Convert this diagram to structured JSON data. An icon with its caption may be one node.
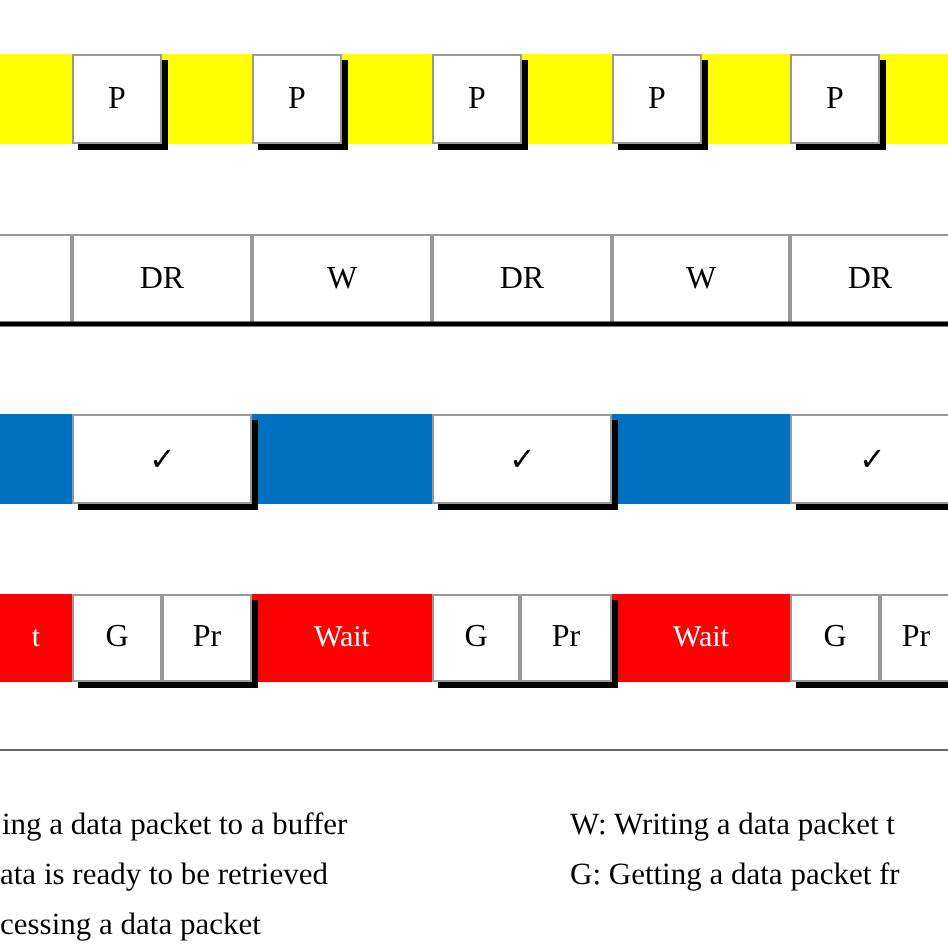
{
  "diagram": {
    "nodes": [
      {
        "text": [
          "P"
        ]
      },
      {
        "text": [
          "P"
        ]
      },
      {
        "text": [
          "P"
        ]
      },
      {
        "text": [
          "P"
        ]
      },
      {
        "text": [
          "P"
        ]
      },
      {
        "text": [],
        "shape": "box"
      },
      {
        "text": [
          "DR"
        ]
      },
      {
        "text": [
          "W"
        ]
      },
      {
        "text": [
          "DR"
        ]
      },
      {
        "text": [
          "W"
        ]
      },
      {
        "text": [
          "DR"
        ]
      },
      {
        "text": [
          "✓"
        ]
      },
      {
        "text": [
          "✓"
        ]
      },
      {
        "text": [
          "✓"
        ]
      },
      {
        "text": [
          "t"
        ]
      },
      {
        "text": [
          "G"
        ]
      },
      {
        "text": [
          "Pr"
        ]
      },
      {
        "text": [
          "Wait"
        ]
      },
      {
        "text": [
          "G"
        ]
      },
      {
        "text": [
          "Pr"
        ]
      },
      {
        "text": [
          "Wait"
        ]
      },
      {
        "text": [
          "G"
        ]
      },
      {
        "text": [
          "Pr"
        ]
      }
    ],
    "labels": [
      "ing a data packet to a buffer",
      "W: Writing a data packet t",
      "ata is ready to be retrieved",
      "G: Getting a data packet fr",
      "cessing a data packet"
    ]
  }
}
